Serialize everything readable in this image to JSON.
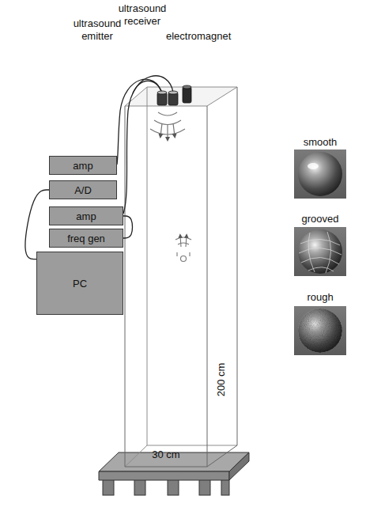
{
  "diagram": {
    "nodes": [
      {
        "text": [
          "amp"
        ]
      },
      {
        "text": [
          "A/D"
        ]
      },
      {
        "text": [
          "amp"
        ]
      },
      {
        "text": [
          "freq gen"
        ]
      },
      {
        "text": [
          "PC"
        ]
      }
    ],
    "edges": [
      {
        "from": 1,
        "to": 4,
        "arrow": "none"
      },
      {
        "from": 2,
        "to": 3,
        "arrow": "none"
      }
    ],
    "labels": [
      "ultrasound emitter",
      "ultrasound receiver",
      "electromagnet",
      "200 cm",
      "30 cm",
      "smooth",
      "grooved",
      "rough"
    ]
  }
}
